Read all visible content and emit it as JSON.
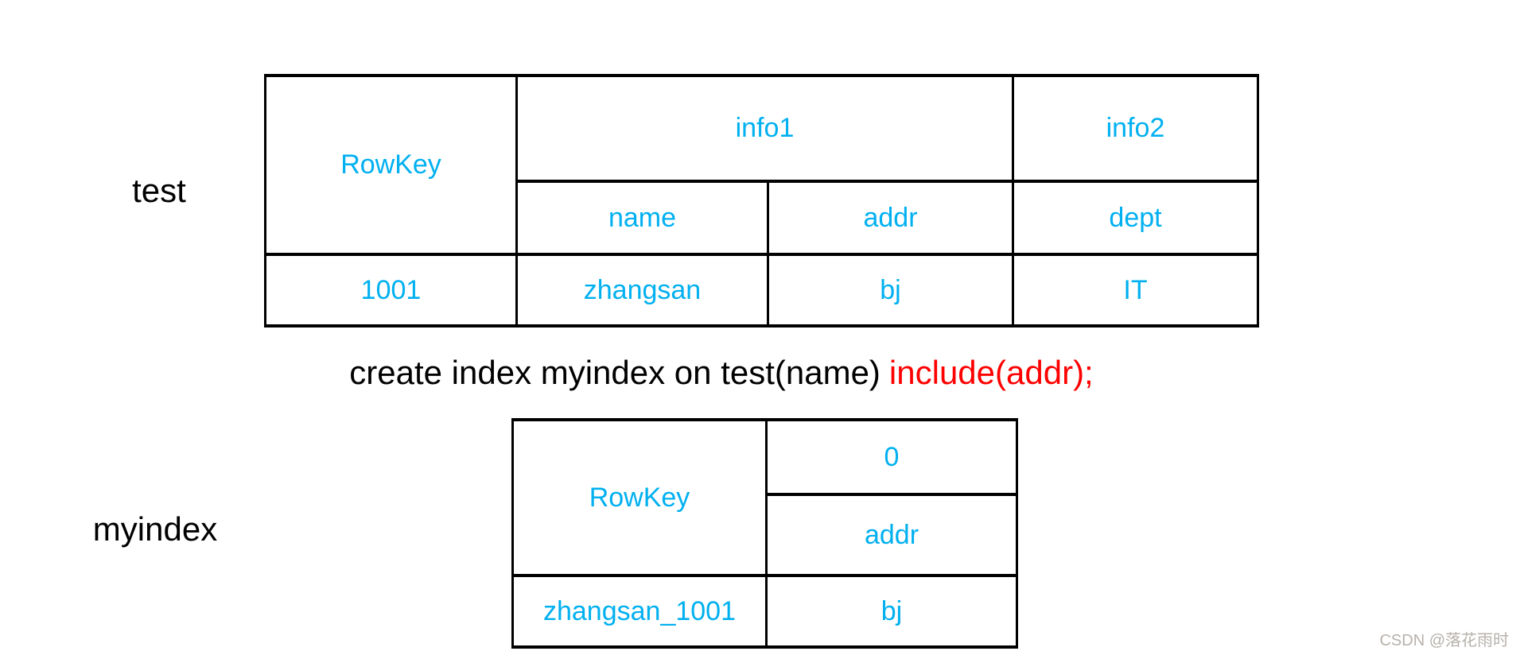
{
  "page": {
    "background_color": "#FFFFFF"
  },
  "colors": {
    "cell_text_blue": "#00B0F0",
    "highlight_red": "#FF0000",
    "label_black": "#000000",
    "border_black": "#000000",
    "watermark_gray": "#B7B1AB"
  },
  "test_table": {
    "label": "test",
    "rowkey_header": "RowKey",
    "column_families": [
      "info1",
      "info2"
    ],
    "columns": [
      "name",
      "addr",
      "dept"
    ],
    "row": {
      "rowkey": "1001",
      "name": "zhangsan",
      "addr": "bj",
      "dept": "IT"
    }
  },
  "statement": {
    "text_black": "create index myindex on test(name)",
    "text_red": "include(addr);"
  },
  "myindex_table": {
    "label": "myindex",
    "rowkey_header": "RowKey",
    "family_header": "0",
    "column": "addr",
    "row": {
      "rowkey": "zhangsan_1001",
      "addr": "bj"
    }
  },
  "watermark": {
    "text": "CSDN @落花雨时"
  }
}
